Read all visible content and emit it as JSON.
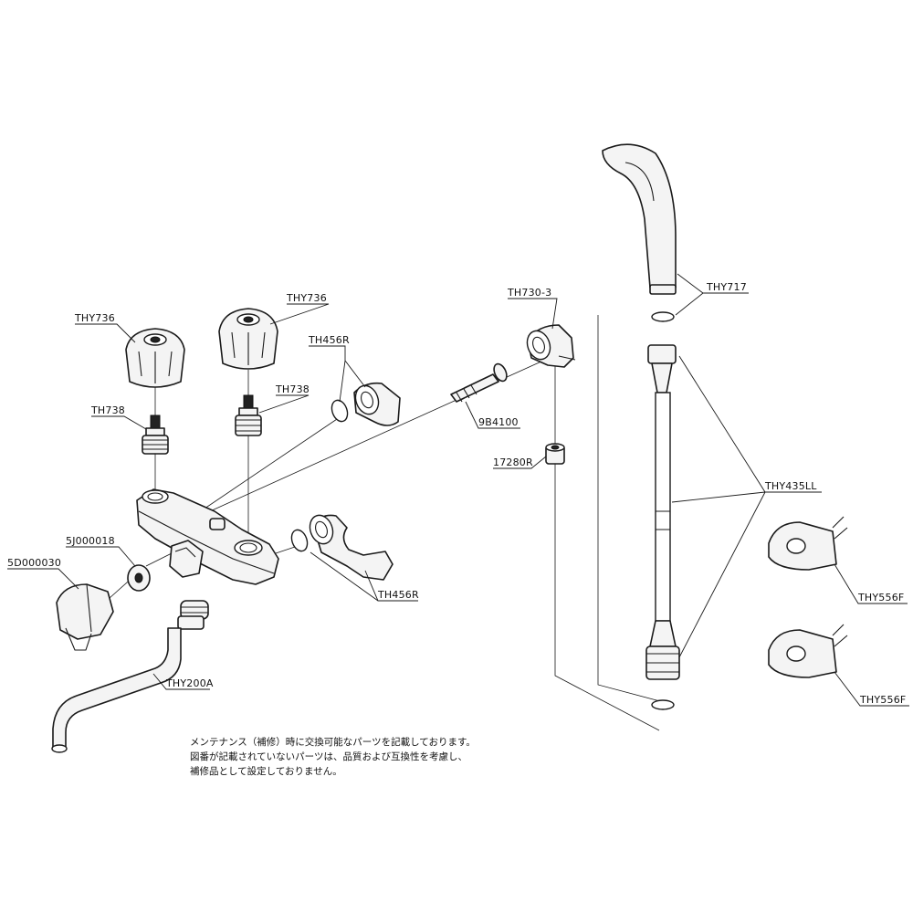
{
  "parts": {
    "handle_left": "THY736",
    "handle_right": "THY736",
    "cartridge_left": "TH738",
    "cartridge_right": "TH738",
    "union_upper": "TH456R",
    "union_lower": "TH456R",
    "elbow": "TH730-3",
    "stem": "9B4100",
    "nut": "17280R",
    "ring": "5J000018",
    "cap": "5D000030",
    "spout": "THY200A",
    "shower_head": "THY717",
    "hose": "THY435LL",
    "hook_upper": "THY556F",
    "hook_lower": "THY556F"
  },
  "note": {
    "line1": "メンテナンス（補修）時に交換可能なパーツを記載しております。",
    "line2": "図番が記載されていないパーツは、品質および互換性を考慮し、",
    "line3": "補修品として設定しておりません。"
  }
}
